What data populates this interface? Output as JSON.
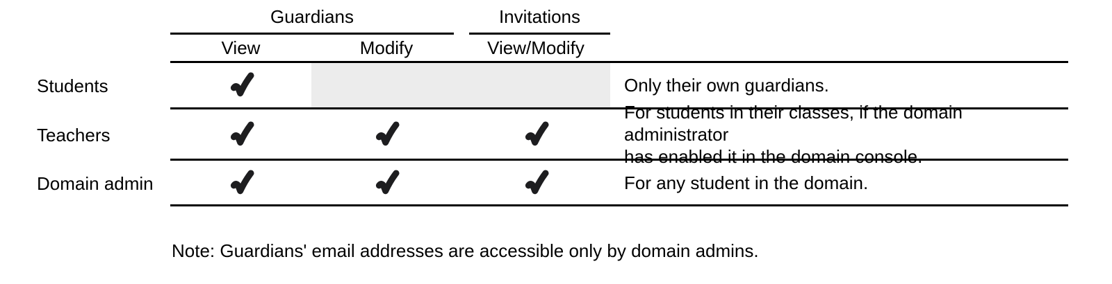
{
  "table": {
    "groups": [
      {
        "label": "Guardians"
      },
      {
        "label": "Invitations"
      }
    ],
    "subcolumns": [
      "View",
      "Modify",
      "View/Modify"
    ],
    "rows": [
      {
        "role": "Students",
        "cells": [
          "check",
          "gray",
          "gray"
        ],
        "note_lines": [
          "Only their own guardians."
        ]
      },
      {
        "role": "Teachers",
        "cells": [
          "check",
          "check",
          "check"
        ],
        "note_lines": [
          "For students in their classes, if the domain administrator",
          "has enabled it in the domain console."
        ]
      },
      {
        "role": "Domain admin",
        "cells": [
          "check",
          "check",
          "check"
        ],
        "note_lines": [
          "For any student in the domain."
        ]
      }
    ]
  },
  "footnote": "Note: Guardians' email addresses are accessible only by domain admins.",
  "colors": {
    "line": "#000000",
    "text": "#000000",
    "disabled_cell": "#ececec",
    "check": "#1d1d1f"
  }
}
